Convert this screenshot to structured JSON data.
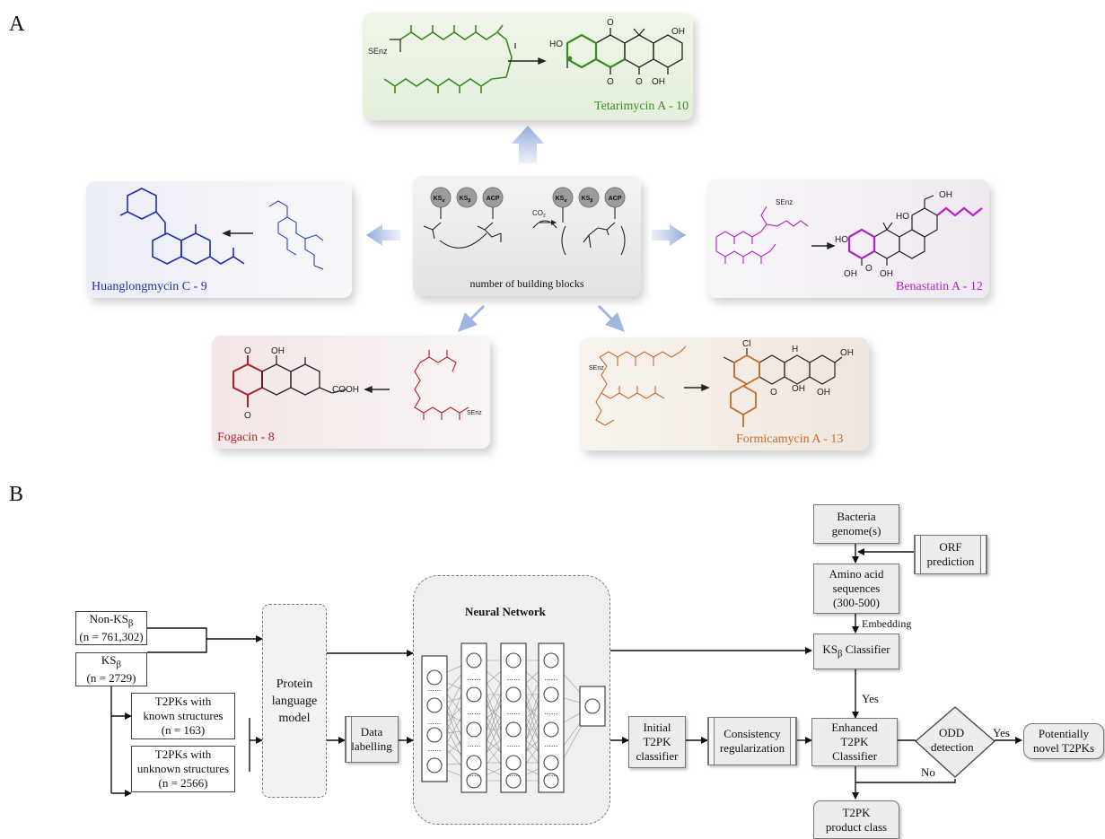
{
  "panel_a": {
    "letter": "A",
    "center": {
      "nodes": [
        "KS",
        "KS",
        "ACP",
        "KS",
        "KS",
        "ACP"
      ],
      "node_subs": [
        "α",
        "β",
        "",
        "α",
        "β",
        ""
      ],
      "co2": "CO",
      "co2_sub": "2",
      "caption": "number of building blocks"
    },
    "cards": {
      "top": {
        "label": "Tetarimycin A - 10",
        "color": "#3c8a1e",
        "senz": "SEnz",
        "atoms": [
          "HO",
          "OH",
          "OH",
          "O",
          "O",
          "O"
        ]
      },
      "left": {
        "label": "Huanglongmycin C - 9",
        "color": "#1c2eb0"
      },
      "right": {
        "label": "Benastatin A - 12",
        "color": "#b521c8",
        "senz": "SEnz",
        "atoms": [
          "OH",
          "HO",
          "HO",
          "OH",
          "OH",
          "O"
        ]
      },
      "bottom_left": {
        "label": "Fogacin - 8",
        "color": "#b0202a",
        "senz": "SEnz",
        "atoms": [
          "OH",
          "COOH",
          "O",
          "O"
        ]
      },
      "bottom_right": {
        "label": "Formicamycin A - 13",
        "color": "#c8682a",
        "senz": "SEnz",
        "atoms": [
          "Cl",
          "H",
          "OH",
          "O",
          "OH",
          "OH"
        ]
      }
    }
  },
  "panel_b": {
    "letter": "B",
    "non_ks": {
      "line1": "Non-KS",
      "sub": "β",
      "line2": "(n = 761,302)"
    },
    "ks": {
      "line1": "KS",
      "sub": "β",
      "line2": "(n = 2729)"
    },
    "known": {
      "l1": "T2PKs with",
      "l2": "known structures",
      "l3": "(n = 163)"
    },
    "unknown": {
      "l1": "T2PKs with",
      "l2": "unknown structures",
      "l3": "(n = 2566)"
    },
    "plm": {
      "l1": "Protein",
      "l2": "language",
      "l3": "model"
    },
    "data_labelling": {
      "l1": "Data",
      "l2": "labelling"
    },
    "nn_title": "Neural Network",
    "initial": {
      "l1": "Initial",
      "l2": "T2PK",
      "l3": "classifier"
    },
    "consistency": {
      "l1": "Consistency",
      "l2": "regularization"
    },
    "enhanced": {
      "l1": "Enhanced",
      "l2": "T2PK",
      "l3": "Classifier"
    },
    "odd": {
      "l1": "ODD",
      "l2": "detection"
    },
    "novel": {
      "l1": "Potentially",
      "l2": "novel  T2PKs"
    },
    "genome": {
      "l1": "Bacteria",
      "l2": "genome(s)"
    },
    "orf": {
      "l1": "ORF",
      "l2": "prediction"
    },
    "amino": {
      "l1": "Amino acid",
      "l2": "sequences",
      "l3": "(300-500)"
    },
    "embedding": "Embedding",
    "ks_classifier": {
      "l1": "KS",
      "sub": "β",
      "l2": " Classifier"
    },
    "yes1": "Yes",
    "yes2": "Yes",
    "no": "No",
    "product": {
      "l1": "T2PK",
      "l2": "product class"
    }
  }
}
